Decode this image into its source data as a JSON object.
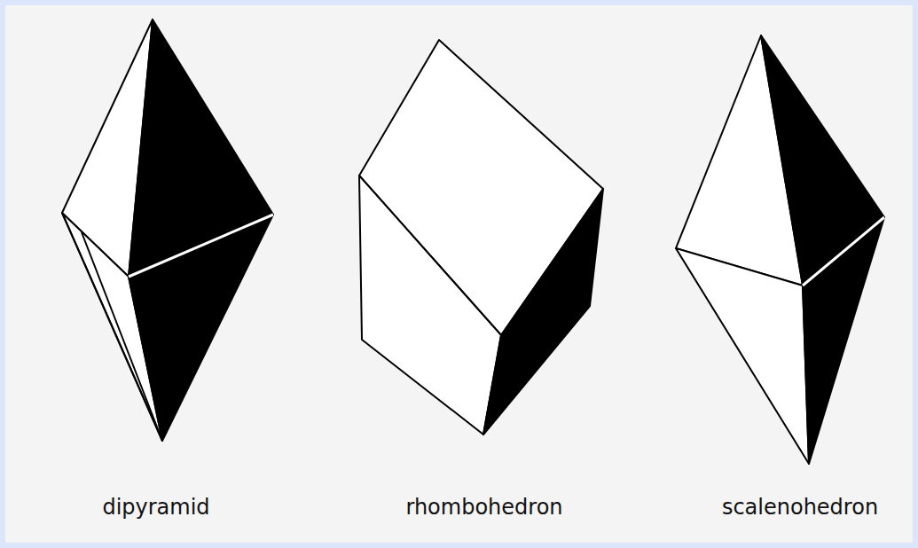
{
  "diagram": {
    "labels": [
      "dipyramid",
      "rhombohedron",
      "scalenohedron"
    ]
  }
}
